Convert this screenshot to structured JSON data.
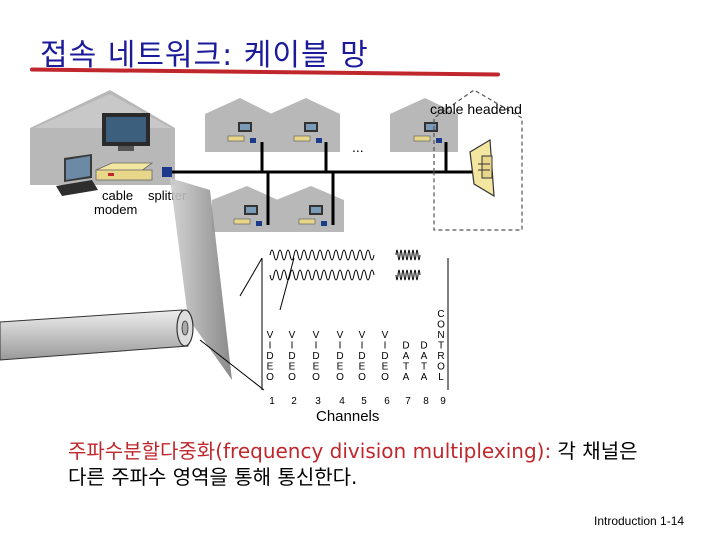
{
  "title": "접속 네트워크: 케이블 망",
  "labels": {
    "headend": "cable headend",
    "ellipsis": "...",
    "cable_modem": "cable\nmodem",
    "splitter": "splitter",
    "channels_title": "Channels"
  },
  "channels": [
    {
      "letters": [
        "V",
        "I",
        "D",
        "E",
        "O"
      ],
      "number": "1"
    },
    {
      "letters": [
        "V",
        "I",
        "D",
        "E",
        "O"
      ],
      "number": "2"
    },
    {
      "letters": [
        "V",
        "I",
        "D",
        "E",
        "O"
      ],
      "number": "3"
    },
    {
      "letters": [
        "V",
        "I",
        "D",
        "E",
        "O"
      ],
      "number": "4"
    },
    {
      "letters": [
        "V",
        "I",
        "D",
        "E",
        "O"
      ],
      "number": "5"
    },
    {
      "letters": [
        "V",
        "I",
        "D",
        "E",
        "O"
      ],
      "number": "6"
    },
    {
      "letters": [
        "D",
        "A",
        "T",
        "A"
      ],
      "number": "7"
    },
    {
      "letters": [
        "D",
        "A",
        "T",
        "A"
      ],
      "number": "8"
    },
    {
      "letters": [
        "C",
        "O",
        "N",
        "T",
        "R",
        "O",
        "L"
      ],
      "number": "9"
    }
  ],
  "caption": {
    "red_part": "주파수분할다중화(frequency division multiplexing):",
    "rest": " 각 채널은",
    "line2": "다른 주파수 영역을 통해 통신한다."
  },
  "footer": "Introduction 1-14",
  "colors": {
    "title": "#1a1a9a",
    "underline": "#c0272d",
    "caption_red": "#c0272d",
    "house": "#b8b8b8",
    "modem": "#f5e8a0"
  }
}
